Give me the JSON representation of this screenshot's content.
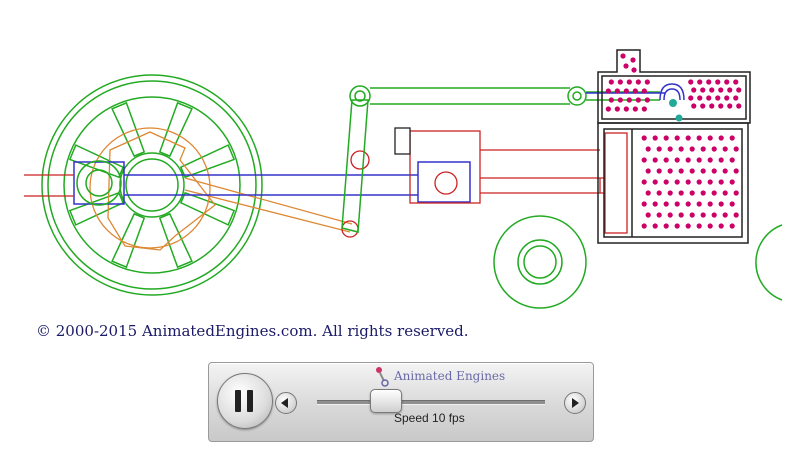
{
  "copyright": "© 2000-2015 AnimatedEngines.com.  All rights reserved.",
  "controller": {
    "brand": "Animated Engines",
    "speed_label": "Speed 10 fps",
    "speed_fraction": 0.3
  },
  "icons": {
    "pause": "pause-icon",
    "step_back": "step-back-icon",
    "step_forward": "step-forward-icon",
    "brand_logo": "piston-logo-icon"
  },
  "colors": {
    "flywheel": "#22aa22",
    "rods": "#3333cc",
    "cylinder": "#cc2222",
    "eccentric": "#dd8833",
    "steam": "#cc0066",
    "copyright_text": "#1a1a66"
  }
}
